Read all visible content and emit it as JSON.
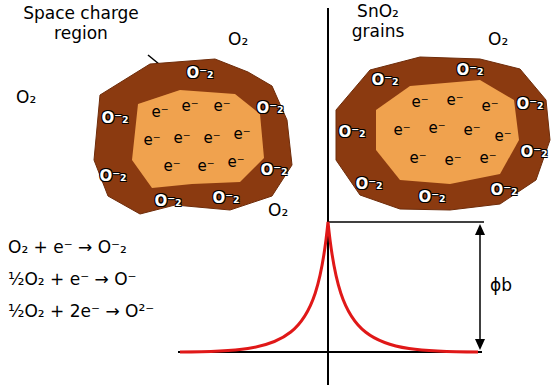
{
  "diagram": {
    "nodes": [
      {
        "text": [
          "O⁻₂",
          "O⁻₂",
          "O⁻₂",
          "O⁻₂",
          "O⁻₂",
          "O⁻₂",
          "O⁻₂",
          "e⁻",
          "e⁻",
          "e⁻",
          "e⁻",
          "e⁻",
          "e⁻",
          "e⁻",
          "e⁻",
          "e⁻",
          "e⁻"
        ]
      },
      {
        "text": [
          "O⁻₂",
          "O⁻₂",
          "O⁻₂",
          "O⁻₂",
          "O⁻₂",
          "O⁻₂",
          "O⁻₂",
          "O⁻₂",
          "e⁻",
          "e⁻",
          "e⁻",
          "e⁻",
          "e⁻",
          "e⁻",
          "e⁻",
          "e⁻",
          "e⁻",
          "e⁻"
        ]
      }
    ],
    "labels": [
      "Space charge region",
      "SnO₂ grains",
      "O₂",
      "O₂",
      "O₂",
      "O₂",
      "O₂ + e⁻ → O⁻₂",
      "½O₂ + e⁻ → O⁻",
      "½O₂ + 2e⁻ → O²⁻",
      "ϕb"
    ]
  }
}
